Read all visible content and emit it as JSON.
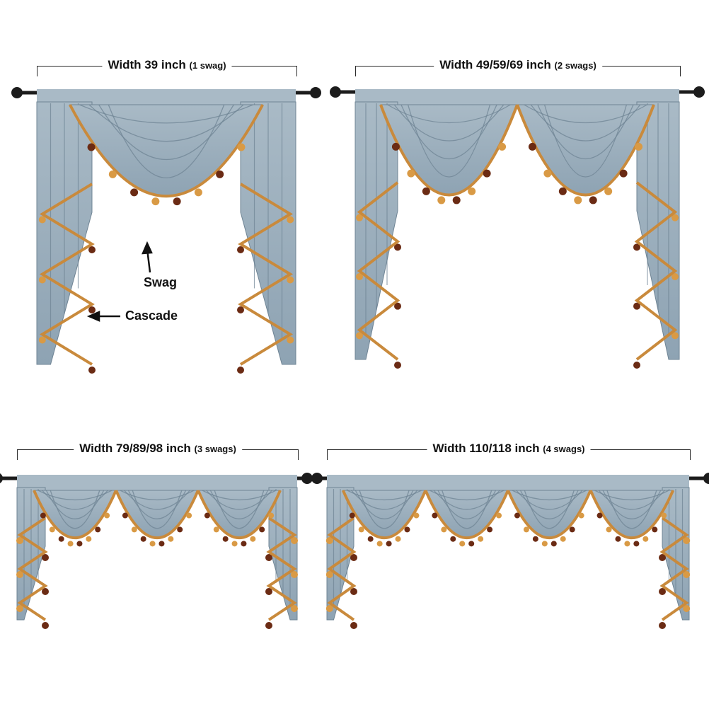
{
  "panels": [
    {
      "width_text": "Width 39 inch",
      "swag_text": "(1 swag)",
      "swags": 1
    },
    {
      "width_text": "Width 49/59/69 inch",
      "swag_text": "(2 swags)",
      "swags": 2
    },
    {
      "width_text": "Width 79/89/98 inch",
      "swag_text": "(3 swags)",
      "swags": 3
    },
    {
      "width_text": "Width 110/118 inch",
      "swag_text": "(4 swags)",
      "swags": 4
    }
  ],
  "annotations": {
    "swag": "Swag",
    "cascade": "Cascade"
  },
  "colors": {
    "fabric": "#8ea3b3",
    "fabric_dark": "#6f8494",
    "fabric_light": "#a9bac6",
    "trim": "#c98a3c",
    "ball_light": "#d99a45",
    "ball_dark": "#6b2b14",
    "rod": "#1c1c1c"
  }
}
